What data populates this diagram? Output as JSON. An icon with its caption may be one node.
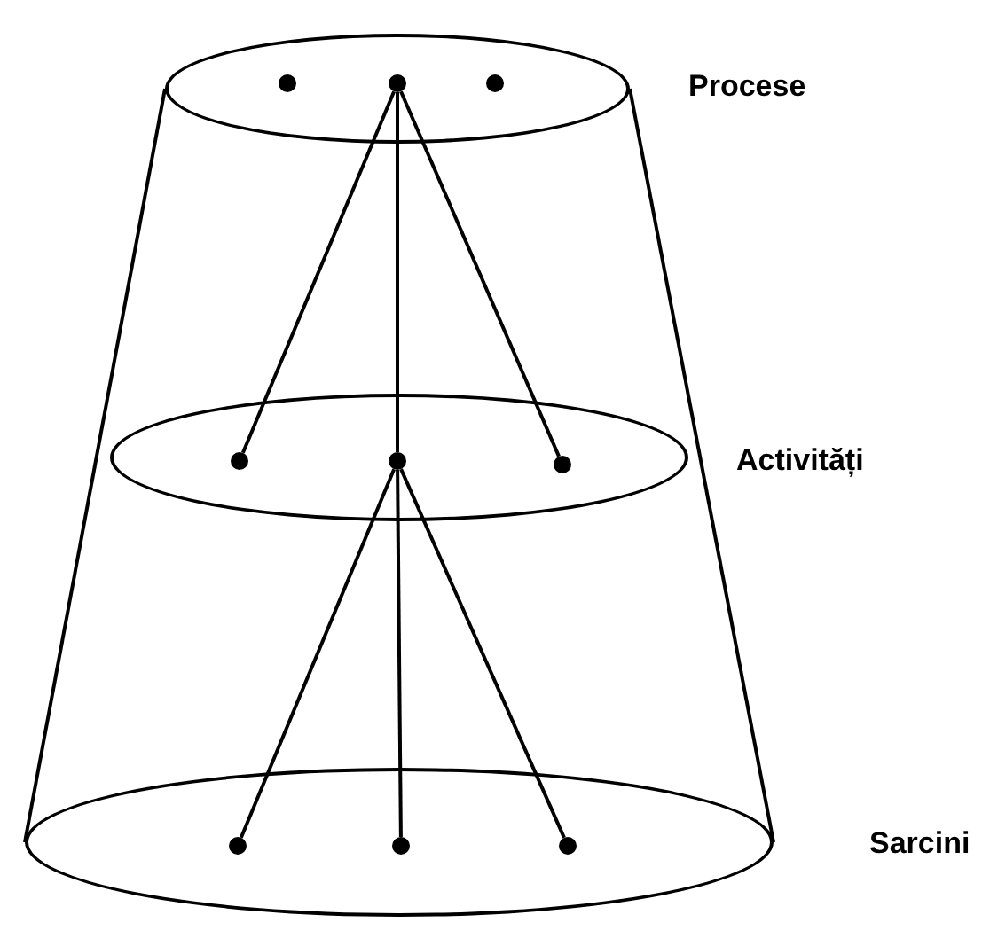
{
  "diagram": {
    "nodes": [
      {
        "text": [],
        "shape": "ellipse",
        "beside": [
          "Procese"
        ]
      },
      {
        "text": [],
        "shape": "dot",
        "in": 0
      },
      {
        "text": [],
        "shape": "dot",
        "in": 0
      },
      {
        "text": [],
        "shape": "dot",
        "in": 0
      },
      {
        "text": [],
        "shape": "ellipse",
        "beside": [
          "Activități"
        ]
      },
      {
        "text": [],
        "shape": "dot",
        "in": 4
      },
      {
        "text": [],
        "shape": "dot",
        "in": 4
      },
      {
        "text": [],
        "shape": "dot",
        "in": 4
      },
      {
        "text": [],
        "shape": "ellipse",
        "beside": [
          "Sarcini"
        ]
      },
      {
        "text": [],
        "shape": "dot",
        "in": 8
      },
      {
        "text": [],
        "shape": "dot",
        "in": 8
      },
      {
        "text": [],
        "shape": "dot",
        "in": 8
      }
    ],
    "edges": [
      {
        "from": 2,
        "to": 5,
        "arrow": "none"
      },
      {
        "from": 2,
        "to": 6,
        "arrow": "none"
      },
      {
        "from": 2,
        "to": 7,
        "arrow": "none"
      },
      {
        "from": 6,
        "to": 9,
        "arrow": "none"
      },
      {
        "from": 6,
        "to": 10,
        "arrow": "none"
      },
      {
        "from": 6,
        "to": 11,
        "arrow": "none"
      }
    ]
  }
}
